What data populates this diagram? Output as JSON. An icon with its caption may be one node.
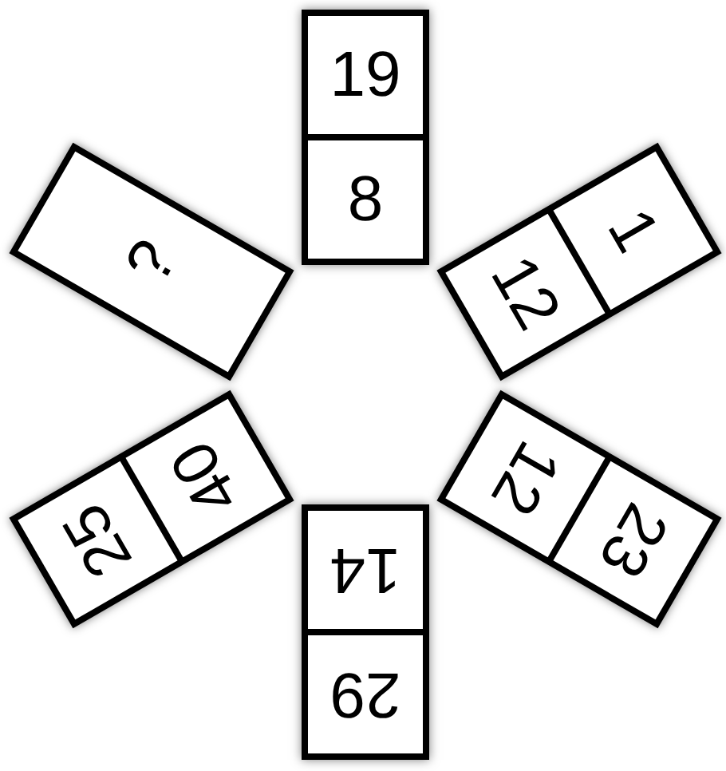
{
  "diagram": {
    "nodes": [
      {
        "text": [],
        "shape": "box"
      },
      {
        "text": [
          "19"
        ],
        "in": 0
      },
      {
        "text": [
          "8"
        ],
        "in": 0
      },
      {
        "text": [
          "?"
        ]
      },
      {
        "text": [],
        "shape": "box"
      },
      {
        "text": [
          "1"
        ],
        "in": 4
      },
      {
        "text": [
          "12"
        ],
        "in": 4
      },
      {
        "text": [],
        "shape": "box"
      },
      {
        "text": [
          "23"
        ],
        "in": 7
      },
      {
        "text": [
          "12"
        ],
        "in": 7
      },
      {
        "text": [],
        "shape": "box"
      },
      {
        "text": [
          "29"
        ],
        "in": 10
      },
      {
        "text": [
          "14"
        ],
        "in": 10
      },
      {
        "text": [],
        "shape": "box"
      },
      {
        "text": [
          "25"
        ],
        "in": 13
      },
      {
        "text": [
          "40"
        ],
        "in": 13
      }
    ]
  }
}
